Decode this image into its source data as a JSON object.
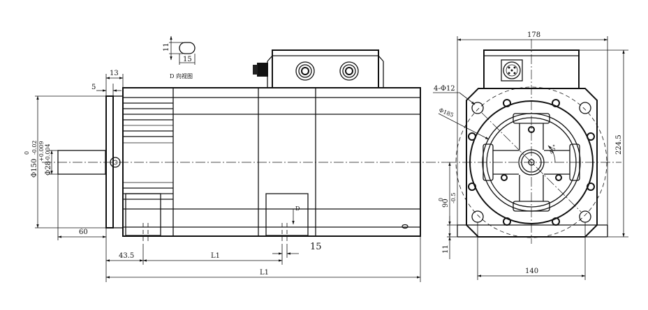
{
  "view_label": "D 向视图",
  "keyway_view": {
    "width": "15",
    "height": "11"
  },
  "side_view": {
    "shoulder_len": "13",
    "flange_thickness": "5",
    "flange_dia": "Φ150",
    "flange_tol_top": "0",
    "flange_tol_bot": "-0.02",
    "shaft_dia": "Φ28",
    "shaft_tol_top": "+0.009",
    "shaft_tol_bot": "-0.004",
    "shaft_len": "60",
    "offset": "43.5",
    "L1_inner": "L1",
    "L1_total": "L1",
    "keyway_15": "15",
    "arrow_D": "D"
  },
  "front_view": {
    "width_top": "178",
    "holes": "4-Φ12",
    "pcd": "Φ185",
    "angle": "45°",
    "height_total": "224.5",
    "center_height": "90",
    "center_tol_top": "0",
    "center_tol_bot": "-0.5",
    "foot_thickness": "11",
    "foot_spacing": "140"
  }
}
